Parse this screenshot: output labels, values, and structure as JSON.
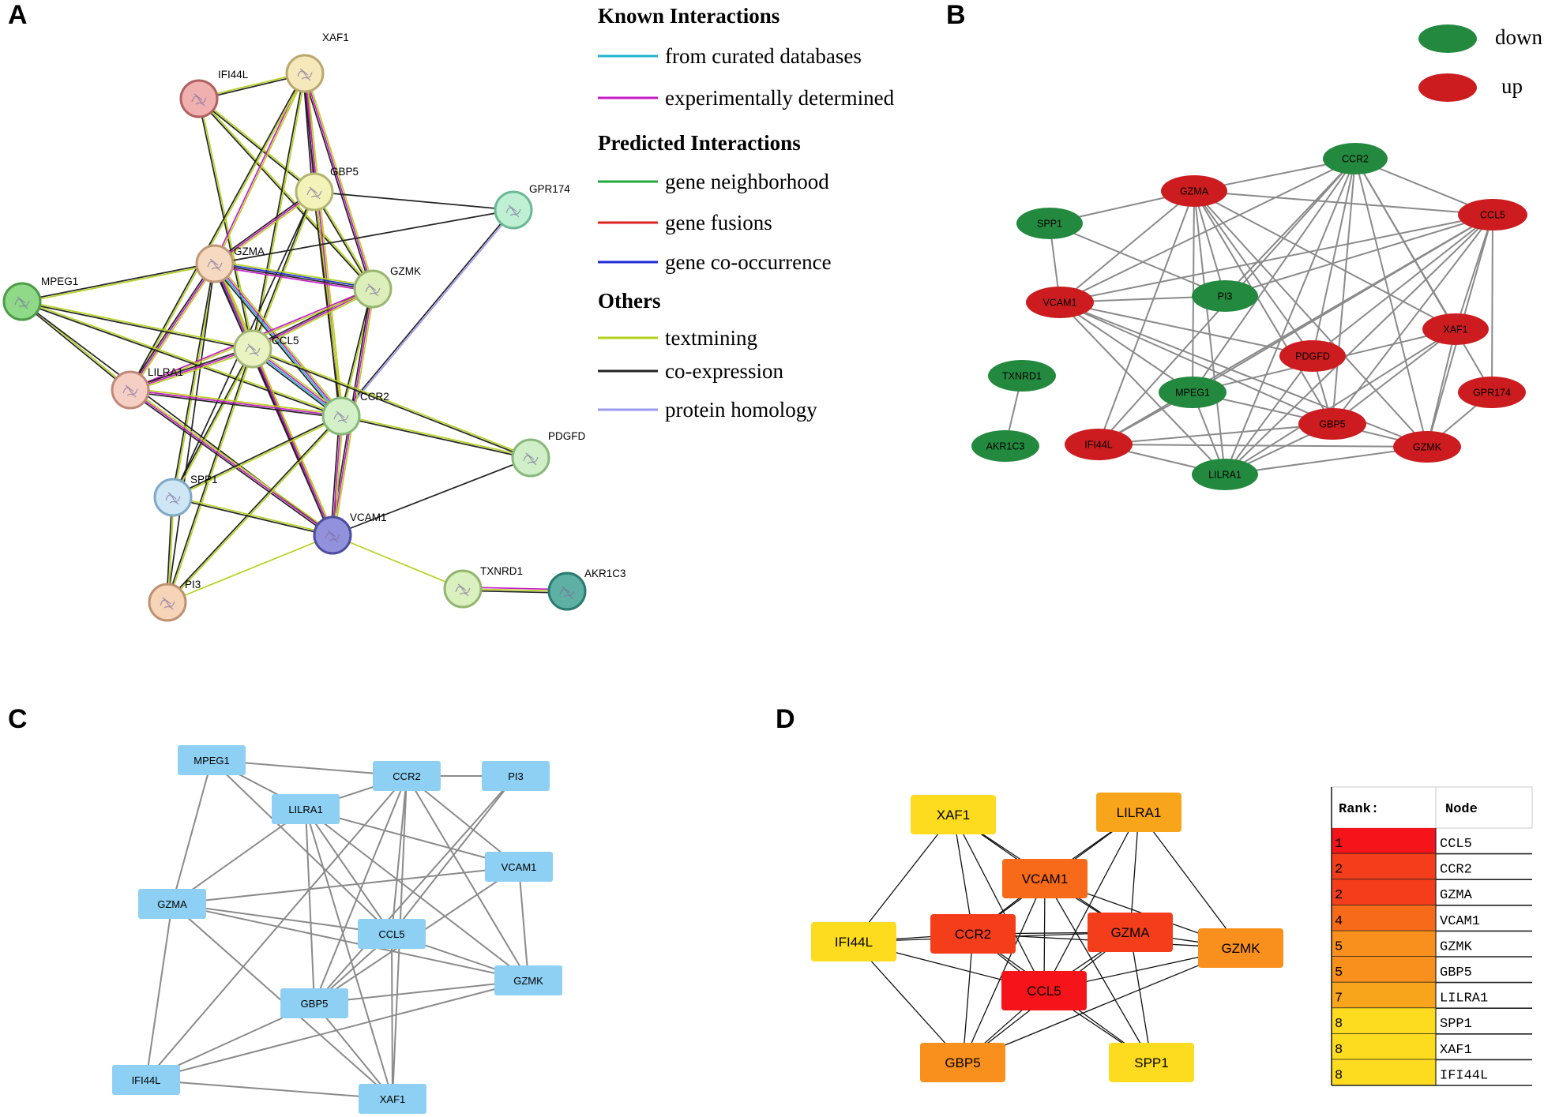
{
  "panels": {
    "a": {
      "letter": "A",
      "legend": {
        "known_title": "Known Interactions",
        "predicted_title": "Predicted Interactions",
        "others_title": "Others",
        "items": [
          {
            "label": "from curated databases",
            "color": "#20b4cc"
          },
          {
            "label": "experimentally determined",
            "color": "#c71bc7"
          },
          {
            "label": "gene neighborhood",
            "color": "#22a83a"
          },
          {
            "label": "gene fusions",
            "color": "#dd2222"
          },
          {
            "label": "gene co-occurrence",
            "color": "#1f2bd6"
          },
          {
            "label": "textmining",
            "color": "#b5d11c"
          },
          {
            "label": "co-expression",
            "color": "#222222"
          },
          {
            "label": "protein homology",
            "color": "#9a9af0"
          }
        ]
      },
      "nodes": [
        {
          "id": "IFI44L",
          "label": "IFI44L",
          "color": "#f1b0b0",
          "stroke": "#b06060"
        },
        {
          "id": "XAF1",
          "label": "XAF1",
          "color": "#f5e9bb",
          "stroke": "#bba870"
        },
        {
          "id": "GBP5",
          "label": "GBP5",
          "color": "#f2f3b8",
          "stroke": "#b3b570"
        },
        {
          "id": "GPR174",
          "label": "GPR174",
          "color": "#bff0d4",
          "stroke": "#6bb894"
        },
        {
          "id": "GZMA",
          "label": "GZMA",
          "color": "#f5d9c0",
          "stroke": "#c09878"
        },
        {
          "id": "GZMK",
          "label": "GZMK",
          "color": "#dcefbb",
          "stroke": "#98b66d"
        },
        {
          "id": "MPEG1",
          "label": "MPEG1",
          "color": "#8fd988",
          "stroke": "#4e9c48"
        },
        {
          "id": "CCL5",
          "label": "CCL5",
          "color": "#e9f3c2",
          "stroke": "#a4b77a"
        },
        {
          "id": "LILRA1",
          "label": "LILRA1",
          "color": "#f6cfc4",
          "stroke": "#c08878"
        },
        {
          "id": "CCR2",
          "label": "CCR2",
          "color": "#d4f0c8",
          "stroke": "#86b878"
        },
        {
          "id": "PDGFD",
          "label": "PDGFD",
          "color": "#d0efc8",
          "stroke": "#88b87a"
        },
        {
          "id": "SPP1",
          "label": "SPP1",
          "color": "#cfe6f5",
          "stroke": "#80a8c8"
        },
        {
          "id": "VCAM1",
          "label": "VCAM1",
          "color": "#9292dc",
          "stroke": "#4d4da0"
        },
        {
          "id": "TXNRD1",
          "label": "TXNRD1",
          "color": "#dbf0bf",
          "stroke": "#92b66e"
        },
        {
          "id": "AKR1C3",
          "label": "AKR1C3",
          "color": "#5fb0a4",
          "stroke": "#2a7a70"
        },
        {
          "id": "PI3",
          "label": "PI3",
          "color": "#f5d4b8",
          "stroke": "#c09070"
        }
      ]
    },
    "b": {
      "letter": "B",
      "legend": [
        {
          "label": "down",
          "color": "#23893f"
        },
        {
          "label": "up",
          "color": "#cc1c1f"
        }
      ],
      "nodes": [
        {
          "id": "CCR2",
          "label": "CCR2",
          "status": "down"
        },
        {
          "id": "GZMA",
          "label": "GZMA",
          "status": "up"
        },
        {
          "id": "CCL5",
          "label": "CCL5",
          "status": "up"
        },
        {
          "id": "SPP1",
          "label": "SPP1",
          "status": "down"
        },
        {
          "id": "VCAM1",
          "label": "VCAM1",
          "status": "up"
        },
        {
          "id": "PI3",
          "label": "PI3",
          "status": "down"
        },
        {
          "id": "XAF1",
          "label": "XAF1",
          "status": "up"
        },
        {
          "id": "PDGFD",
          "label": "PDGFD",
          "status": "up"
        },
        {
          "id": "TXNRD1",
          "label": "TXNRD1",
          "status": "down"
        },
        {
          "id": "MPEG1",
          "label": "MPEG1",
          "status": "down"
        },
        {
          "id": "GPR174",
          "label": "GPR174",
          "status": "up"
        },
        {
          "id": "GBP5",
          "label": "GBP5",
          "status": "up"
        },
        {
          "id": "AKR1C3",
          "label": "AKR1C3",
          "status": "down"
        },
        {
          "id": "IFI44L",
          "label": "IFI44L",
          "status": "up"
        },
        {
          "id": "GZMK",
          "label": "GZMK",
          "status": "up"
        },
        {
          "id": "LILRA1",
          "label": "LILRA1",
          "status": "down"
        }
      ]
    },
    "c": {
      "letter": "C",
      "node_color": "#8dd0f3",
      "nodes": [
        {
          "id": "MPEG1",
          "label": "MPEG1"
        },
        {
          "id": "CCR2",
          "label": "CCR2"
        },
        {
          "id": "PI3",
          "label": "PI3"
        },
        {
          "id": "LILRA1",
          "label": "LILRA1"
        },
        {
          "id": "VCAM1",
          "label": "VCAM1"
        },
        {
          "id": "GZMA",
          "label": "GZMA"
        },
        {
          "id": "CCL5",
          "label": "CCL5"
        },
        {
          "id": "GZMK",
          "label": "GZMK"
        },
        {
          "id": "GBP5",
          "label": "GBP5"
        },
        {
          "id": "IFI44L",
          "label": "IFI44L"
        },
        {
          "id": "XAF1",
          "label": "XAF1"
        }
      ]
    },
    "d": {
      "letter": "D",
      "nodes": [
        {
          "id": "XAF1",
          "label": "XAF1",
          "color": "#fddc1f"
        },
        {
          "id": "LILRA1",
          "label": "LILRA1",
          "color": "#f9a51c"
        },
        {
          "id": "VCAM1",
          "label": "VCAM1",
          "color": "#f66a1a"
        },
        {
          "id": "IFI44L",
          "label": "IFI44L",
          "color": "#fddc1f"
        },
        {
          "id": "CCR2",
          "label": "CCR2",
          "color": "#f43d1a"
        },
        {
          "id": "GZMA",
          "label": "GZMA",
          "color": "#f43d1a"
        },
        {
          "id": "GZMK",
          "label": "GZMK",
          "color": "#f98f1c"
        },
        {
          "id": "CCL5",
          "label": "CCL5",
          "color": "#f4141a"
        },
        {
          "id": "GBP5",
          "label": "GBP5",
          "color": "#f98f1c"
        },
        {
          "id": "SPP1",
          "label": "SPP1",
          "color": "#fddc1f"
        }
      ],
      "rank_table": {
        "headers": [
          "Rank",
          "Node"
        ],
        "rows": [
          {
            "rank": "1",
            "node": "CCL5",
            "color": "#f4141a"
          },
          {
            "rank": "2",
            "node": "CCR2",
            "color": "#f43d1a"
          },
          {
            "rank": "2",
            "node": "GZMA",
            "color": "#f43d1a"
          },
          {
            "rank": "4",
            "node": "VCAM1",
            "color": "#f66a1a"
          },
          {
            "rank": "5",
            "node": "GZMK",
            "color": "#f98f1c"
          },
          {
            "rank": "5",
            "node": "GBP5",
            "color": "#f98f1c"
          },
          {
            "rank": "7",
            "node": "LILRA1",
            "color": "#f9a51c"
          },
          {
            "rank": "8",
            "node": "SPP1",
            "color": "#fddc1f"
          },
          {
            "rank": "8",
            "node": "XAF1",
            "color": "#fddc1f"
          },
          {
            "rank": "8",
            "node": "IFI44L",
            "color": "#fddc1f"
          }
        ]
      }
    }
  }
}
